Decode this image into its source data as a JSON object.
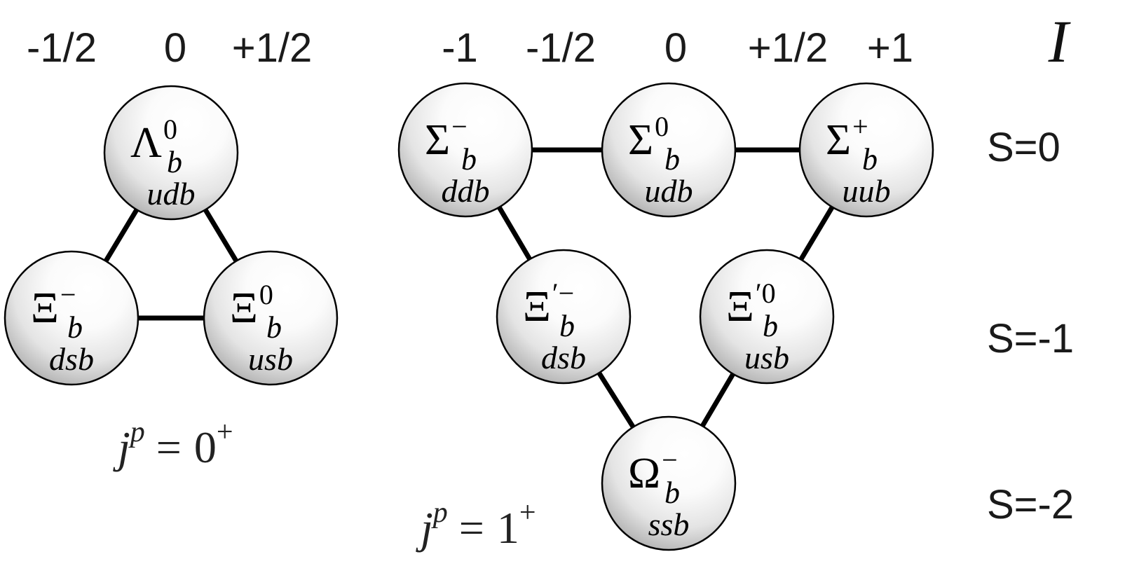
{
  "isospin_symbol": "I",
  "isospin_left": [
    "-1/2",
    "0",
    "+1/2"
  ],
  "isospin_right": [
    "-1",
    "-1/2",
    "0",
    "+1/2",
    "+1"
  ],
  "strangeness": [
    "S=0",
    "S=-1",
    "S=-2"
  ],
  "jp_left": {
    "j": "j",
    "p": "p",
    "eq": "=",
    "value": "0",
    "parity": "+"
  },
  "jp_right": {
    "j": "j",
    "p": "p",
    "eq": "=",
    "value": "1",
    "parity": "+"
  },
  "particles": [
    {
      "id": "lambda-b-0",
      "base": "Λ",
      "sub": "b",
      "sup": "0",
      "quarks": "udb"
    },
    {
      "id": "xi-b-minus",
      "base": "Ξ",
      "sub": "b",
      "sup": "−",
      "quarks": "dsb"
    },
    {
      "id": "xi-b-0",
      "base": "Ξ",
      "sub": "b",
      "sup": "0",
      "quarks": "usb"
    },
    {
      "id": "sigma-b-minus",
      "base": "Σ",
      "sub": "b",
      "sup": "−",
      "quarks": "ddb"
    },
    {
      "id": "sigma-b-0",
      "base": "Σ",
      "sub": "b",
      "sup": "0",
      "quarks": "udb"
    },
    {
      "id": "sigma-b-plus",
      "base": "Σ",
      "sub": "b",
      "sup": "+",
      "quarks": "uub"
    },
    {
      "id": "xi-prime-b-minus",
      "base": "Ξ",
      "sub": "b",
      "sup": "′−",
      "quarks": "dsb"
    },
    {
      "id": "xi-prime-b-0",
      "base": "Ξ",
      "sub": "b",
      "sup": "′0",
      "quarks": "usb"
    },
    {
      "id": "omega-b-minus",
      "base": "Ω",
      "sub": "b",
      "sup": "−",
      "quarks": "ssb"
    }
  ],
  "edges": [
    [
      "lambda-b-0",
      "xi-b-minus"
    ],
    [
      "lambda-b-0",
      "xi-b-0"
    ],
    [
      "xi-b-minus",
      "xi-b-0"
    ],
    [
      "sigma-b-minus",
      "sigma-b-0"
    ],
    [
      "sigma-b-0",
      "sigma-b-plus"
    ],
    [
      "sigma-b-minus",
      "xi-prime-b-minus"
    ],
    [
      "sigma-b-plus",
      "xi-prime-b-0"
    ],
    [
      "xi-prime-b-minus",
      "omega-b-minus"
    ],
    [
      "xi-prime-b-0",
      "omega-b-minus"
    ]
  ]
}
